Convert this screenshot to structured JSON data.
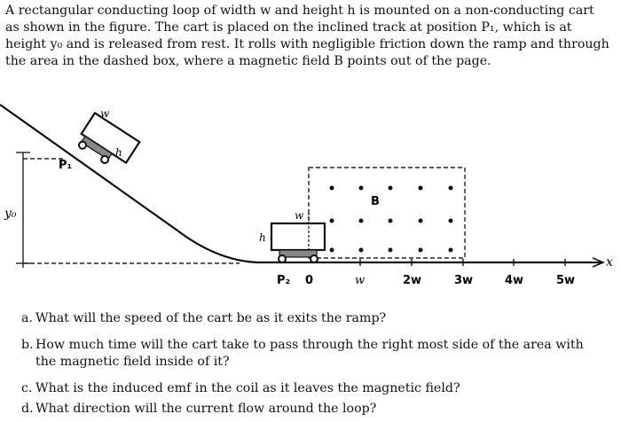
{
  "problem": {
    "intro_line1": "A rectangular conducting loop of width w and height h is mounted on a non-conducting cart",
    "intro_line2": "as shown in the figure. The cart is placed on the inclined track at position P₁, which is at",
    "intro_line3": "height y₀ and is released from rest. It rolls with negligible friction down the ramp and through",
    "intro_line4": "the area in the dashed box, where a magnetic field B points out of the page."
  },
  "figure": {
    "label_w_ramp": "w",
    "label_h_ramp": "h",
    "label_p1": "P₁",
    "label_y0": "y₀",
    "label_w_cart": "w",
    "label_h_cart": "h",
    "label_B": "B",
    "label_x": "x",
    "tick_p2": "P₂",
    "tick_0": "0",
    "tick_w": "w",
    "tick_2w": "2w",
    "tick_3w": "3w",
    "tick_4w": "4w",
    "tick_5w": "5w"
  },
  "questions": [
    {
      "letter": "a.",
      "line1": "What will the speed of the cart be as it exits the ramp?",
      "line2": ""
    },
    {
      "letter": "b.",
      "line1": "How much time will the cart take to pass through the right most side of the area with",
      "line2": "the magnetic field inside of it?"
    },
    {
      "letter": "c.",
      "line1": "What is the induced emf in the coil as it leaves the magnetic field?",
      "line2": ""
    },
    {
      "letter": "d.",
      "line1": "What direction will the current flow around the loop?",
      "line2": ""
    }
  ]
}
